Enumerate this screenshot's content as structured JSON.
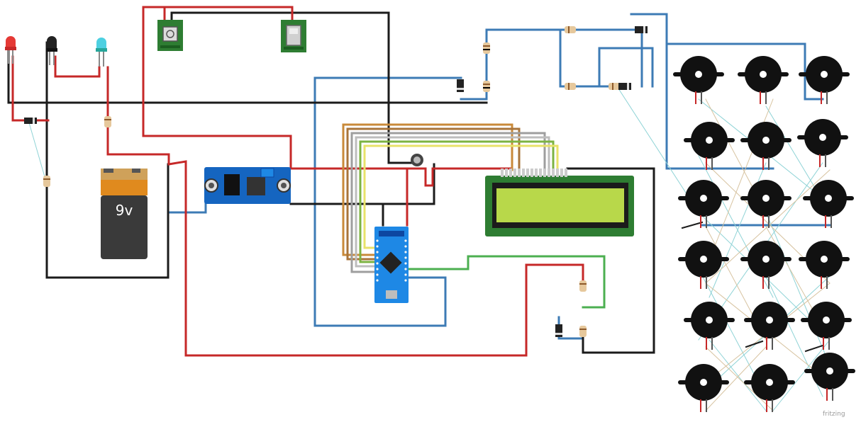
{
  "battery": {
    "label": "9v"
  },
  "watermark": "fritzing",
  "colors": {
    "red_wire": "#c62828",
    "black_wire": "#1b1b1b",
    "blue_wire": "#3d7bb5",
    "green_wire": "#4caf50",
    "orange_wire": "#c98a3a",
    "yellow_wire": "#e8e26a",
    "grey_wire": "#9e9e9e",
    "cyan_wire": "#8fd3d6",
    "lcd_screen": "#b8d84a",
    "lcd_pcb": "#2e7d32",
    "module_blue": "#1565c0",
    "arduino_blue": "#1e88e5",
    "sensor_green": "#2e7d32"
  },
  "components": {
    "leds": [
      "red-led",
      "ir-receiver",
      "cyan-led"
    ],
    "sensors": [
      "gas-sensor-module-left",
      "gas-sensor-module-right"
    ],
    "boards": [
      "step-down-converter-module",
      "arduino-nano",
      "lcd-16x2"
    ],
    "buzzers": "piezo-buzzer"
  }
}
